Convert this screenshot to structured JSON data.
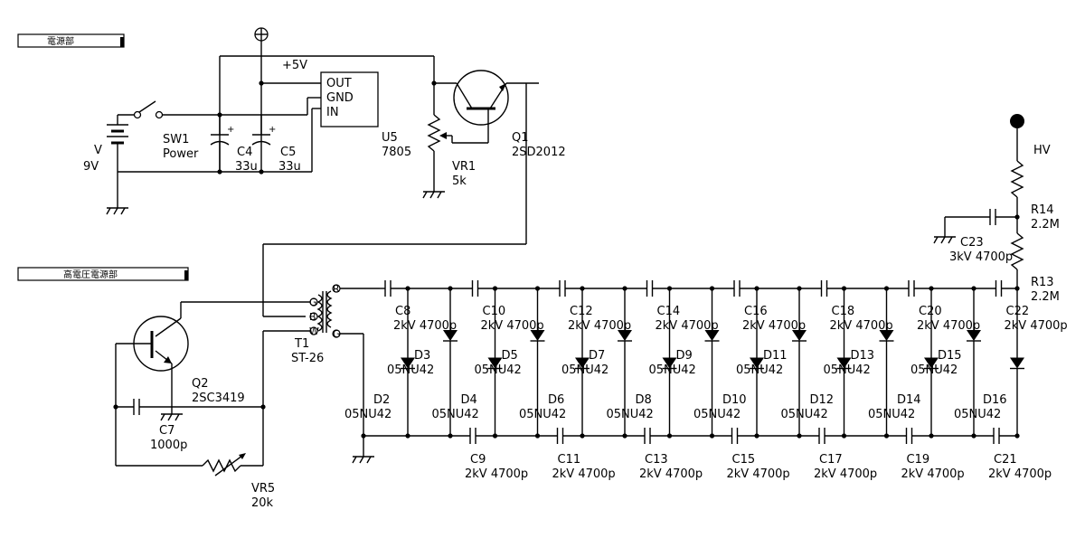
{
  "sections": {
    "power": "電源部",
    "hv": "高電圧電源部"
  },
  "battery": {
    "ref": "V",
    "value": "9V"
  },
  "switch": {
    "ref": "SW1",
    "value": "Power"
  },
  "caps_power": [
    {
      "ref": "C4",
      "value": "33u"
    },
    {
      "ref": "C5",
      "value": "33u"
    }
  ],
  "rail": "+5V",
  "regulator": {
    "ref": "U5",
    "value": "7805",
    "pins": [
      "OUT",
      "GND",
      "IN"
    ]
  },
  "q1": {
    "ref": "Q1",
    "value": "2SD2012"
  },
  "vr1": {
    "ref": "VR1",
    "value": "5k"
  },
  "q2": {
    "ref": "Q2",
    "value": "2SC3419"
  },
  "c7": {
    "ref": "C7",
    "value": "1000p"
  },
  "vr5": {
    "ref": "VR5",
    "value": "20k"
  },
  "t1": {
    "ref": "T1",
    "value": "ST-26",
    "pins": [
      "R",
      "G",
      "B",
      "W",
      "G"
    ]
  },
  "hv_label": "HV",
  "r14": {
    "ref": "R14",
    "value": "2.2M"
  },
  "r13": {
    "ref": "R13",
    "value": "2.2M"
  },
  "c23": {
    "ref": "C23",
    "value": "3kV 4700p"
  },
  "top_caps": [
    {
      "ref": "C8",
      "value": "2kV 4700p"
    },
    {
      "ref": "C10",
      "value": "2kV 4700p"
    },
    {
      "ref": "C12",
      "value": "2kV 4700p"
    },
    {
      "ref": "C14",
      "value": "2kV 4700p"
    },
    {
      "ref": "C16",
      "value": "2kV 4700p"
    },
    {
      "ref": "C18",
      "value": "2kV 4700p"
    },
    {
      "ref": "C20",
      "value": "2kV 4700p"
    },
    {
      "ref": "C22",
      "value": "2kV 4700p"
    }
  ],
  "bottom_caps": [
    {
      "ref": "C9",
      "value": "2kV 4700p"
    },
    {
      "ref": "C11",
      "value": "2kV 4700p"
    },
    {
      "ref": "C13",
      "value": "2kV 4700p"
    },
    {
      "ref": "C15",
      "value": "2kV 4700p"
    },
    {
      "ref": "C17",
      "value": "2kV 4700p"
    },
    {
      "ref": "C19",
      "value": "2kV 4700p"
    },
    {
      "ref": "C21",
      "value": "2kV 4700p"
    }
  ],
  "upper_diodes": [
    {
      "ref": "D3",
      "value": "05NU42"
    },
    {
      "ref": "D5",
      "value": "05NU42"
    },
    {
      "ref": "D7",
      "value": "05NU42"
    },
    {
      "ref": "D9",
      "value": "05NU42"
    },
    {
      "ref": "D11",
      "value": "05NU42"
    },
    {
      "ref": "D13",
      "value": "05NU42"
    },
    {
      "ref": "D15",
      "value": "05NU42"
    }
  ],
  "lower_diodes": [
    {
      "ref": "D2",
      "value": "05NU42"
    },
    {
      "ref": "D4",
      "value": "05NU42"
    },
    {
      "ref": "D6",
      "value": "05NU42"
    },
    {
      "ref": "D8",
      "value": "05NU42"
    },
    {
      "ref": "D10",
      "value": "05NU42"
    },
    {
      "ref": "D12",
      "value": "05NU42"
    },
    {
      "ref": "D14",
      "value": "05NU42"
    },
    {
      "ref": "D16",
      "value": "05NU42"
    }
  ]
}
